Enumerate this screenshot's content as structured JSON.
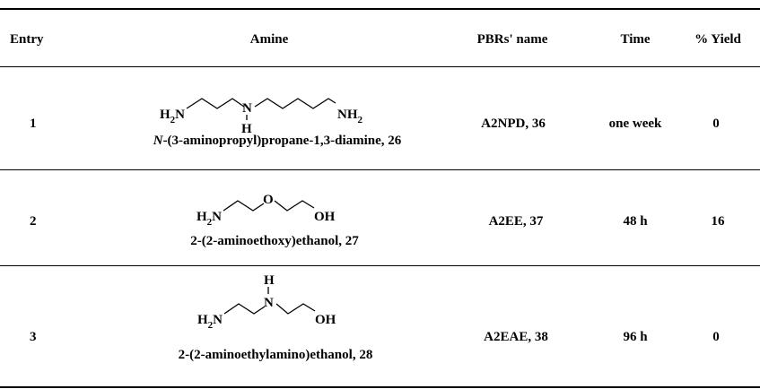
{
  "header": {
    "entry": "Entry",
    "amine": "Amine",
    "pbr": "PBRs' name",
    "time": "Time",
    "yield": "% Yield"
  },
  "rows": [
    {
      "entry": "1",
      "structure": {
        "left_group": "H",
        "left_sub": "2",
        "left_n": "N",
        "middle_n": "N",
        "middle_h": "H",
        "right_n": "NH",
        "right_sub": "2"
      },
      "caption_prefix": "N",
      "caption": "-(3-aminopropyl)propane-1,3-diamine, 26",
      "pbr": "A2NPD, 36",
      "time": "one week",
      "yield": "0"
    },
    {
      "entry": "2",
      "structure": {
        "left_group": "H",
        "left_sub": "2",
        "left_n": "N",
        "middle_o": "O",
        "right_oh": "OH"
      },
      "caption": "2-(2-aminoethoxy)ethanol, 27",
      "pbr": "A2EE, 37",
      "time": "48 h",
      "yield": "16"
    },
    {
      "entry": "3",
      "structure": {
        "left_group": "H",
        "left_sub": "2",
        "left_n": "N",
        "middle_n": "N",
        "middle_h": "H",
        "right_oh": "OH"
      },
      "caption": "2-(2-aminoethylamino)ethanol, 28",
      "pbr": "A2EAE, 38",
      "time": "96 h",
      "yield": "0"
    }
  ]
}
